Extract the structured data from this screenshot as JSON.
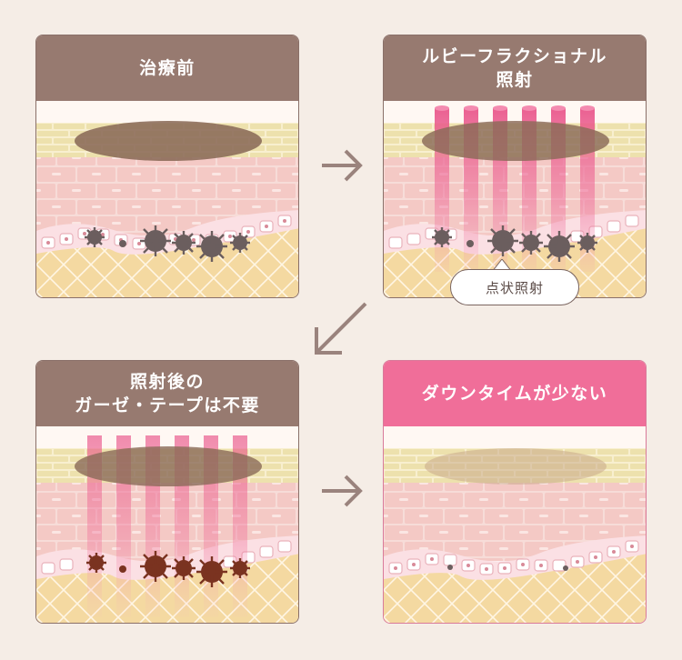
{
  "panels": {
    "before": {
      "title_line1": "治療前",
      "title_line2": ""
    },
    "irradiation": {
      "title_line1": "ルビーフラクショナル",
      "title_line2": "照射"
    },
    "after": {
      "title_line1": "照射後の",
      "title_line2": "ガーゼ・テープは不要"
    },
    "downtime": {
      "title_line1": "ダウンタイムが少ない",
      "title_line2": ""
    }
  },
  "callout": {
    "label": "点状照射"
  },
  "colors": {
    "header": "#977a70",
    "header_accent": "#f06e99",
    "background": "#f5ede6",
    "brick": "#f3c9c6",
    "fat": "#f4d9a1",
    "laser": "#e84f86",
    "pigment_dark": "#6b5e5e",
    "pigment_brown": "#7a3320",
    "spot": "#8a6a58"
  },
  "icons": {
    "arrow": "arrow-right-icon",
    "arrow_diag": "arrow-down-left-icon"
  }
}
